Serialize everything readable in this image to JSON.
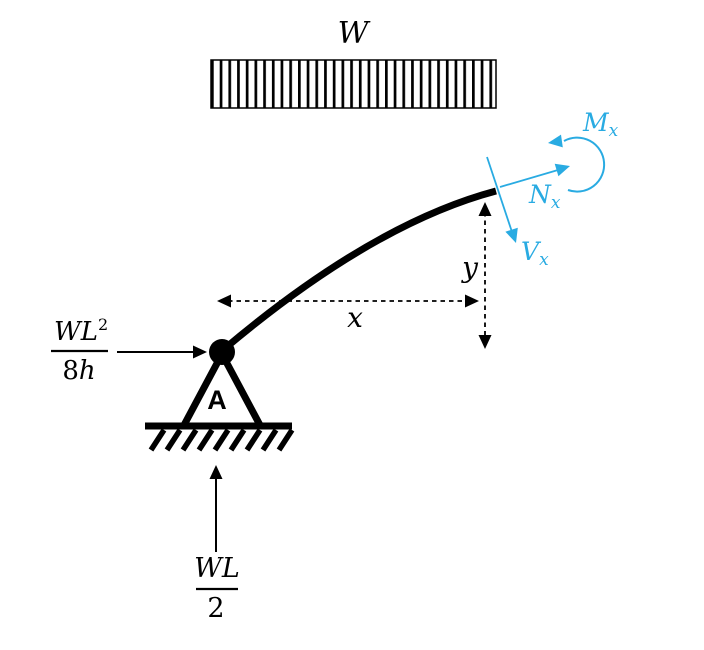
{
  "colors": {
    "ink": "#000000",
    "accent": "#29ABE2",
    "background": "#FFFFFF"
  },
  "load": {
    "label": "W"
  },
  "dims": {
    "horizontal": "x",
    "vertical": "y"
  },
  "support": {
    "label": "A"
  },
  "reactions": {
    "horizontal": {
      "numerator_vars": "WL",
      "numerator_sup": "2",
      "denominator_digit": "8",
      "denominator_var": "h"
    },
    "vertical": {
      "numerator_vars": "WL",
      "denominator_digit": "2"
    }
  },
  "internal_forces": {
    "moment": {
      "base": "M",
      "sub": "x"
    },
    "normal": {
      "base": "N",
      "sub": "x"
    },
    "shear": {
      "base": "V",
      "sub": "x"
    }
  }
}
